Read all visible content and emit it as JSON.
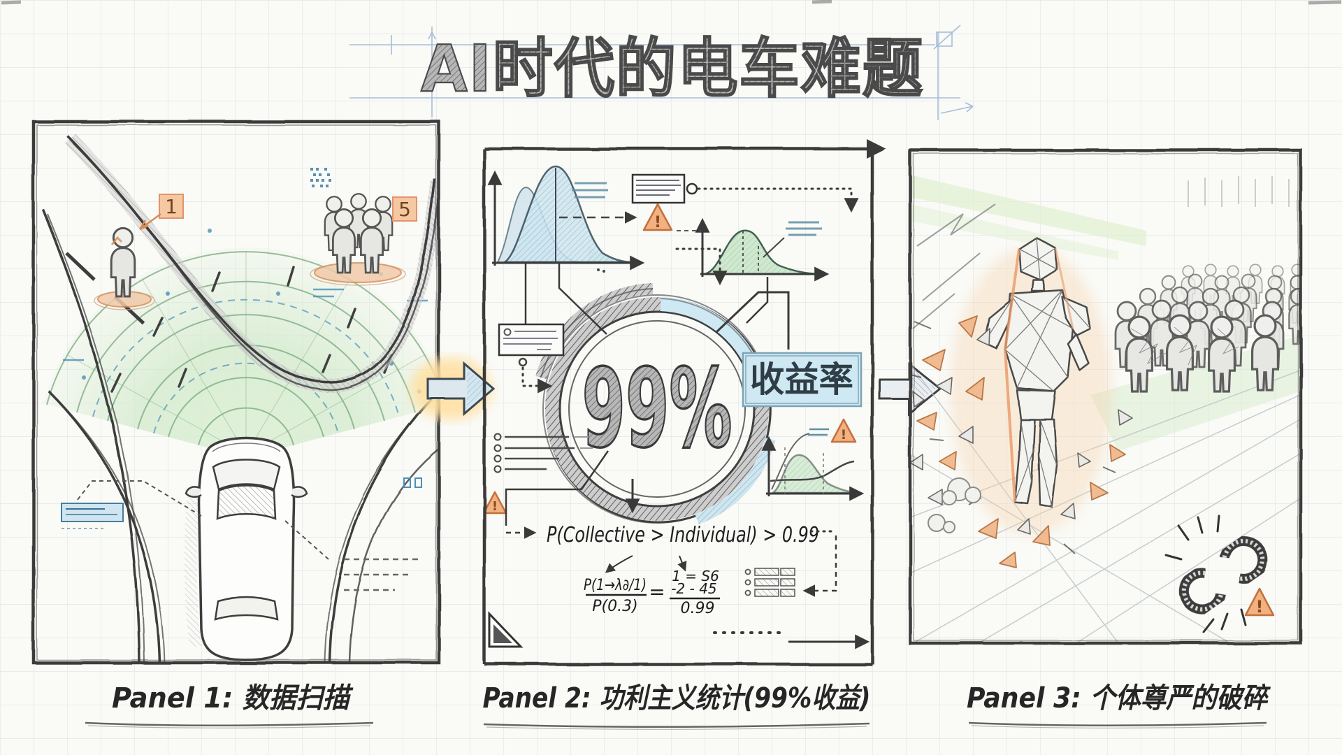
{
  "title": {
    "text": "AI时代的电车难题"
  },
  "icons": {
    "warning_glyph": "!"
  },
  "panel1": {
    "caption": "Panel 1: 数据扫描",
    "single_count": "1",
    "group_count": "5"
  },
  "panel2": {
    "caption": "Panel 2: 功利主义统计(99%收益)",
    "percent": "99%",
    "benefit_label": "收益率",
    "probability_formula": "P(Collective > Individual) > 0.99",
    "fraction": {
      "numerator": "P(1→λ∂/1)",
      "denominator": "P(0.3)",
      "equals": "=",
      "result_top": "1 = S6",
      "result_mid": "-2 - 45",
      "result_bottom": "0.99"
    }
  },
  "panel3": {
    "caption": "Panel 3: 个体尊严的破碎"
  },
  "colors": {
    "paper": "#fafaf6",
    "grid": "#dde4ea",
    "ink": "#3a3a3a",
    "accent_orange": "#f2b180",
    "accent_orange_deep": "#d98c55",
    "accent_blue": "#cfe6f2",
    "accent_green": "#cfe8cf",
    "badge_blue": "#cfe9f4",
    "guide_blue": "#9db8d6"
  }
}
